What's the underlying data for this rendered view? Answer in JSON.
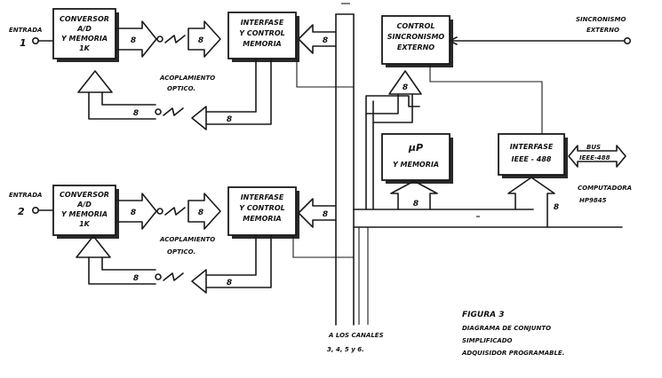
{
  "inputs": [
    {
      "label": "ENTRADA",
      "number": "1"
    },
    {
      "label": "ENTRADA",
      "number": "2"
    }
  ],
  "adc_blocks": [
    {
      "lines": [
        "CONVERSOR",
        "A/D",
        "Y MEMORIA",
        "1K"
      ]
    },
    {
      "lines": [
        "CONVERSOR",
        "A/D",
        "Y MEMORIA",
        "1K"
      ]
    }
  ],
  "interface_blocks": [
    {
      "lines": [
        "INTERFASE",
        "Y CONTROL",
        "MEMORIA"
      ]
    },
    {
      "lines": [
        "INTERFASE",
        "Y CONTROL",
        "MEMORIA"
      ]
    }
  ],
  "sync_block": {
    "lines": [
      "CONTROL",
      "SINCRONISMO",
      "EXTERNO"
    ]
  },
  "up_block": {
    "lines": [
      "μP",
      "Y MEMORIA"
    ]
  },
  "ieee_block": {
    "lines": [
      "INTERFASE",
      "IEEE - 488"
    ]
  },
  "optical_label": [
    "ACOPLAMIENTO",
    "OPTICO."
  ],
  "bus_width": "8",
  "external_sync": [
    "SINCRONISMO",
    "EXTERNO"
  ],
  "bus_label": [
    "BUS",
    "IEEE-488"
  ],
  "computer_label": [
    "COMPUTADORA",
    "HP9845"
  ],
  "channels_label": [
    "A LOS CANALES",
    "3, 4, 5 y 6."
  ],
  "caption": {
    "figure": "FIGURA 3",
    "lines": [
      "DIAGRAMA DE CONJUNTO",
      "SIMPLIFICADO",
      "ADQUISIDOR PROGRAMABLE."
    ]
  }
}
